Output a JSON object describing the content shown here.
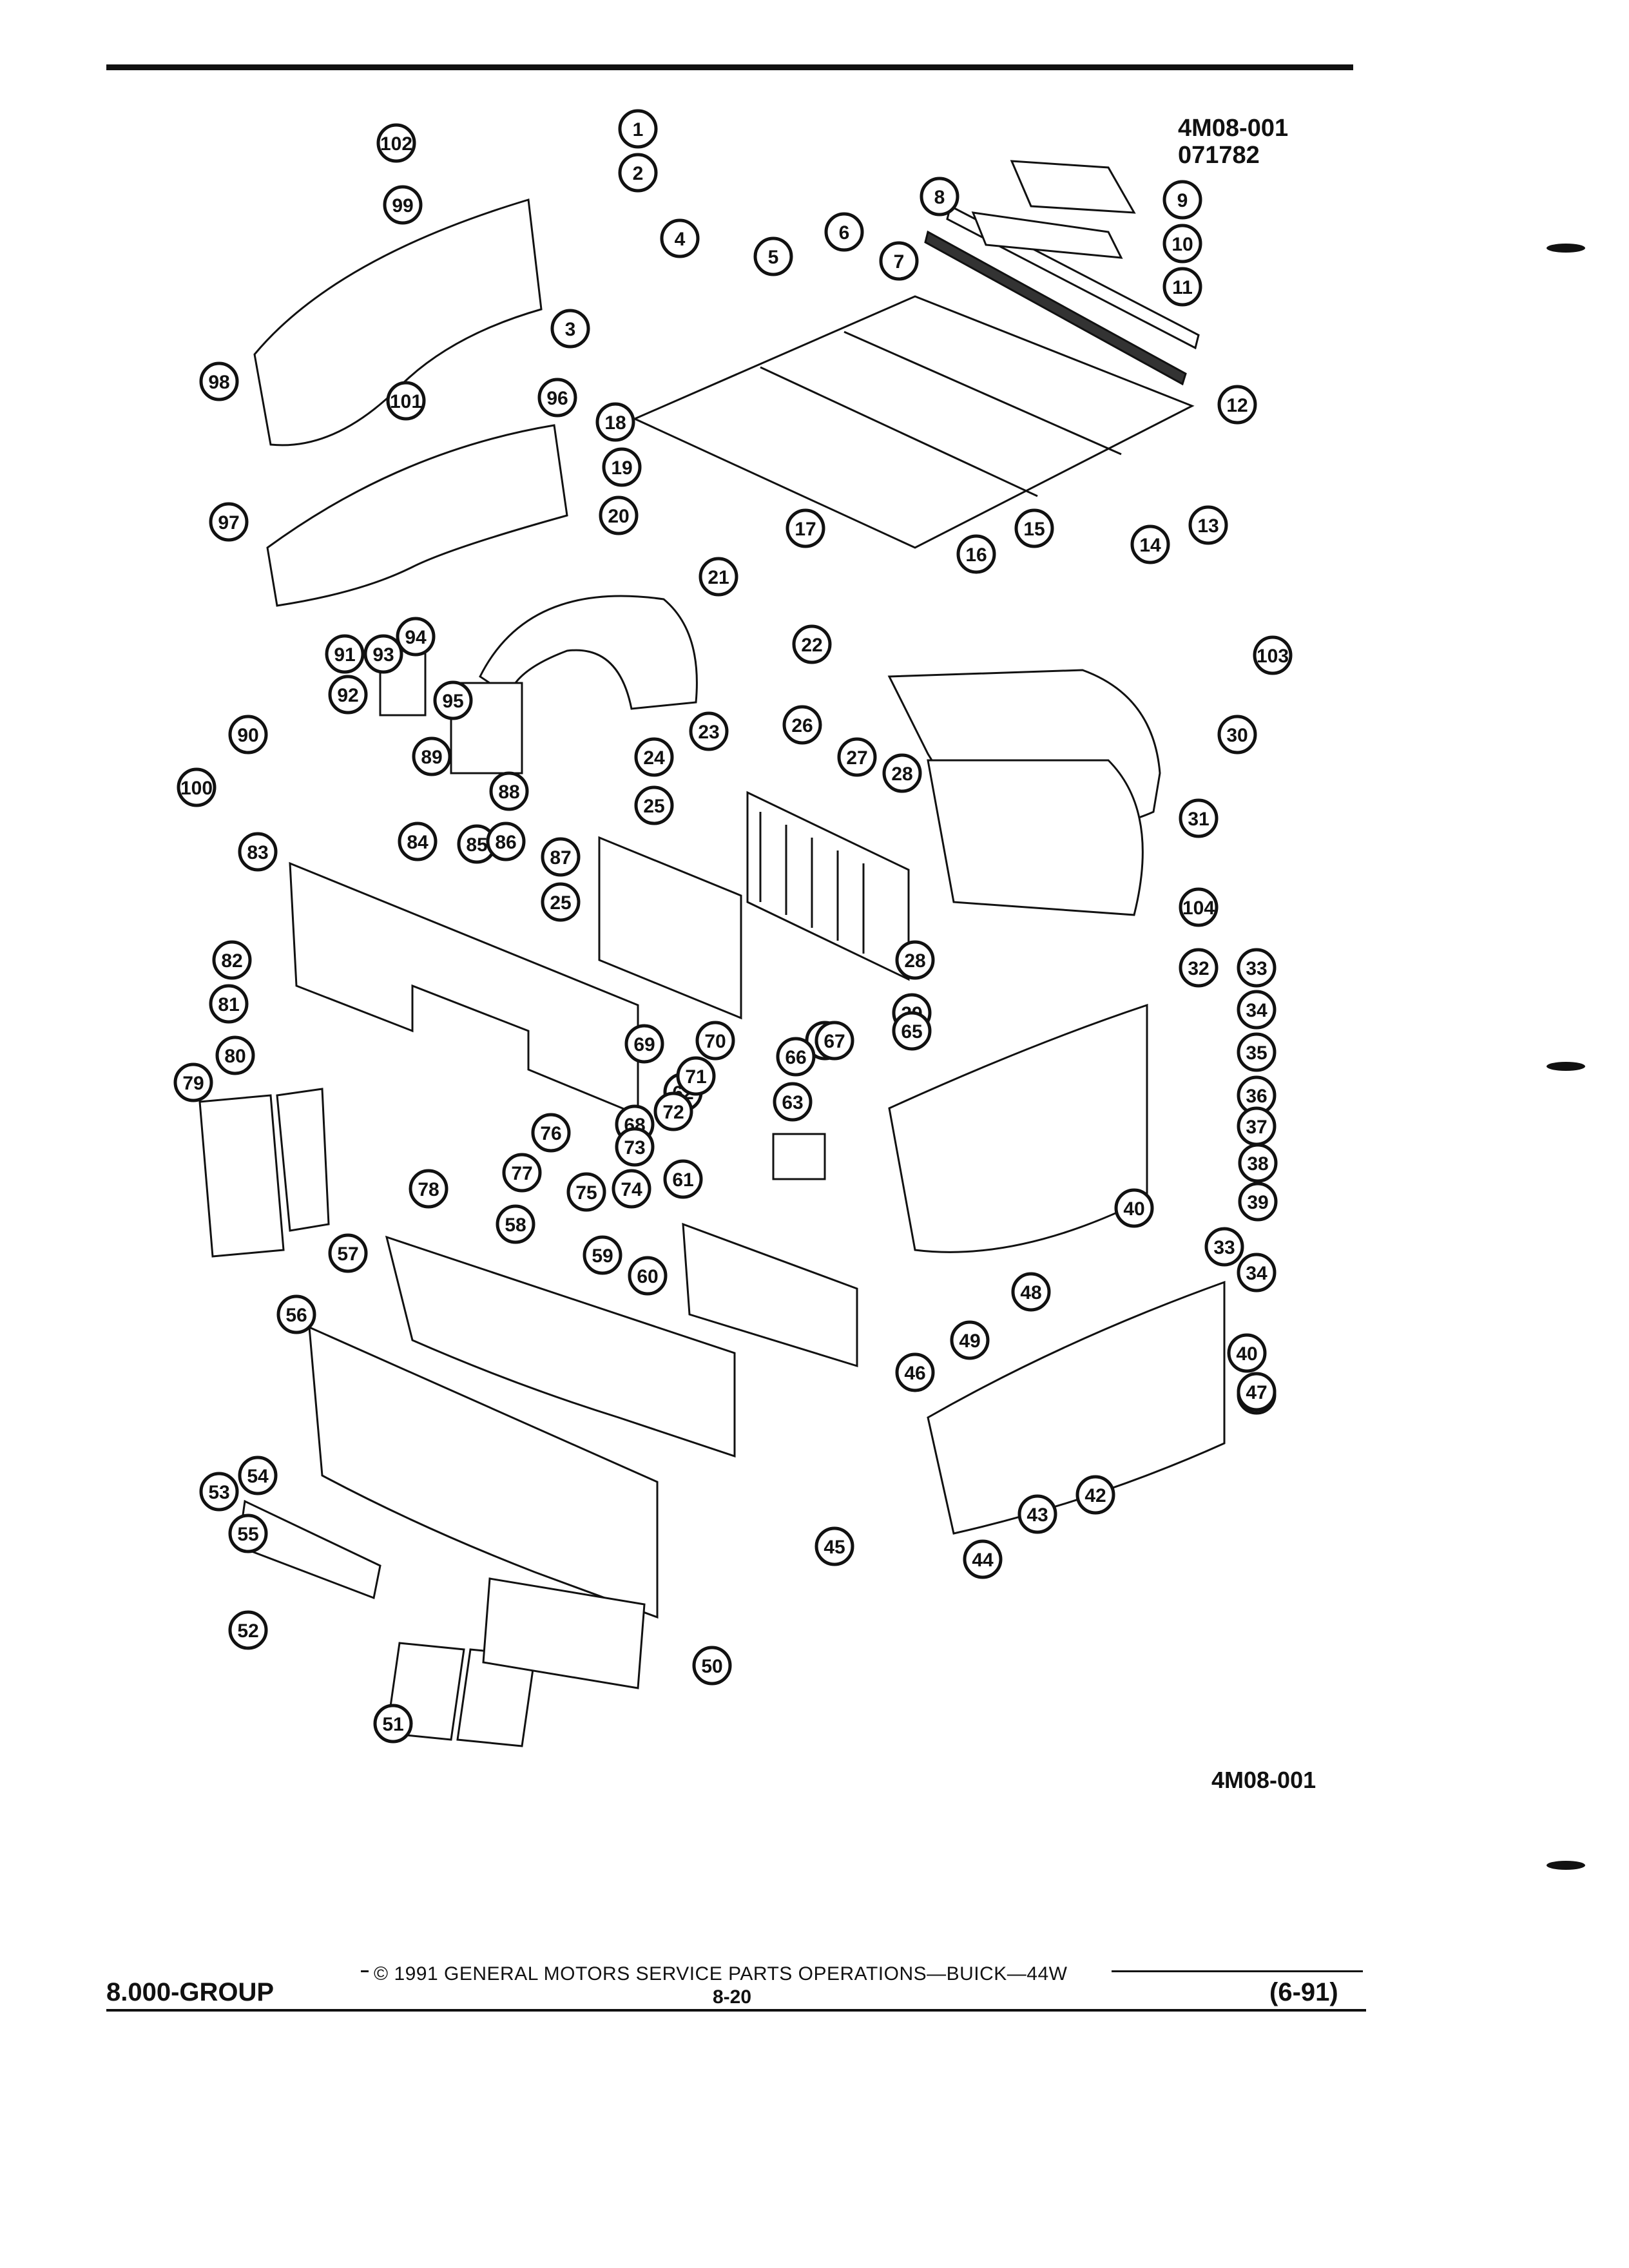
{
  "header": {
    "illustration_code": "4M08-001",
    "illustration_date": "071782"
  },
  "diagram": {
    "callouts": [
      "1",
      "2",
      "3",
      "4",
      "5",
      "6",
      "7",
      "8",
      "9",
      "10",
      "11",
      "12",
      "13",
      "14",
      "15",
      "16",
      "17",
      "18",
      "19",
      "20",
      "21",
      "22",
      "23",
      "24",
      "25",
      "25",
      "26",
      "27",
      "28",
      "28",
      "29",
      "30",
      "31",
      "32",
      "33",
      "33",
      "34",
      "34",
      "35",
      "36",
      "37",
      "38",
      "39",
      "40",
      "40",
      "41",
      "42",
      "43",
      "44",
      "45",
      "46",
      "47",
      "48",
      "49",
      "50",
      "51",
      "52",
      "53",
      "54",
      "55",
      "56",
      "57",
      "58",
      "59",
      "60",
      "61",
      "62",
      "63",
      "64",
      "65",
      "66",
      "67",
      "68",
      "69",
      "70",
      "71",
      "72",
      "73",
      "74",
      "75",
      "76",
      "77",
      "78",
      "79",
      "80",
      "81",
      "82",
      "83",
      "84",
      "85",
      "86",
      "87",
      "88",
      "89",
      "90",
      "91",
      "92",
      "93",
      "94",
      "95",
      "96",
      "97",
      "98",
      "99",
      "100",
      "101",
      "102",
      "103",
      "104"
    ]
  },
  "figure_code": "4M08-001",
  "footer": {
    "copyright": "© 1991 GENERAL MOTORS SERVICE PARTS OPERATIONS—BUICK—44W",
    "group": "8.000-GROUP",
    "page": "8-20",
    "date": "(6-91)"
  }
}
